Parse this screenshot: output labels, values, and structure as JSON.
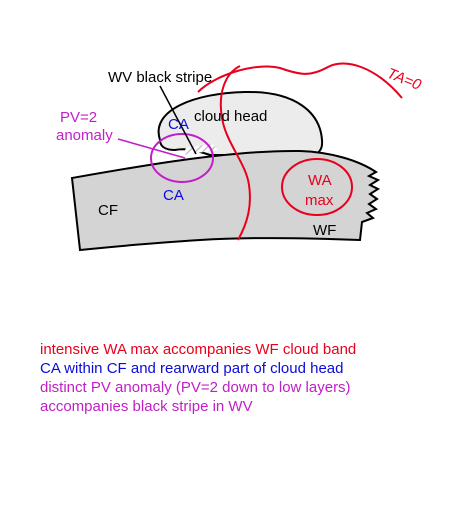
{
  "labels": {
    "ta": "TA=0",
    "wv_stripe": "WV black stripe",
    "cloud_head": "cloud head",
    "pv_line1": "PV=2",
    "pv_line2": "anomaly",
    "ca_upper": "CA",
    "ca_lower": "CA",
    "wa_line1": "WA",
    "wa_line2": "max",
    "cf": "CF",
    "wf": "WF"
  },
  "captions": [
    {
      "text": "intensive WA max accompanies WF cloud band",
      "color": "#e8001c"
    },
    {
      "text": "CA within CF and rearward part of cloud head",
      "color": "#0b0bd9"
    },
    {
      "text": "distinct PV anomaly (PV=2 down to low layers)",
      "color": "#c21fc6"
    },
    {
      "text": "accompanies black stripe in WV",
      "color": "#c21fc6"
    }
  ],
  "colors": {
    "red": "#e8001c",
    "blue": "#0b0bd9",
    "magenta": "#c21fc6",
    "cloud_fill": "#d4d4d4",
    "cloud_head_fill": "#ececec"
  }
}
